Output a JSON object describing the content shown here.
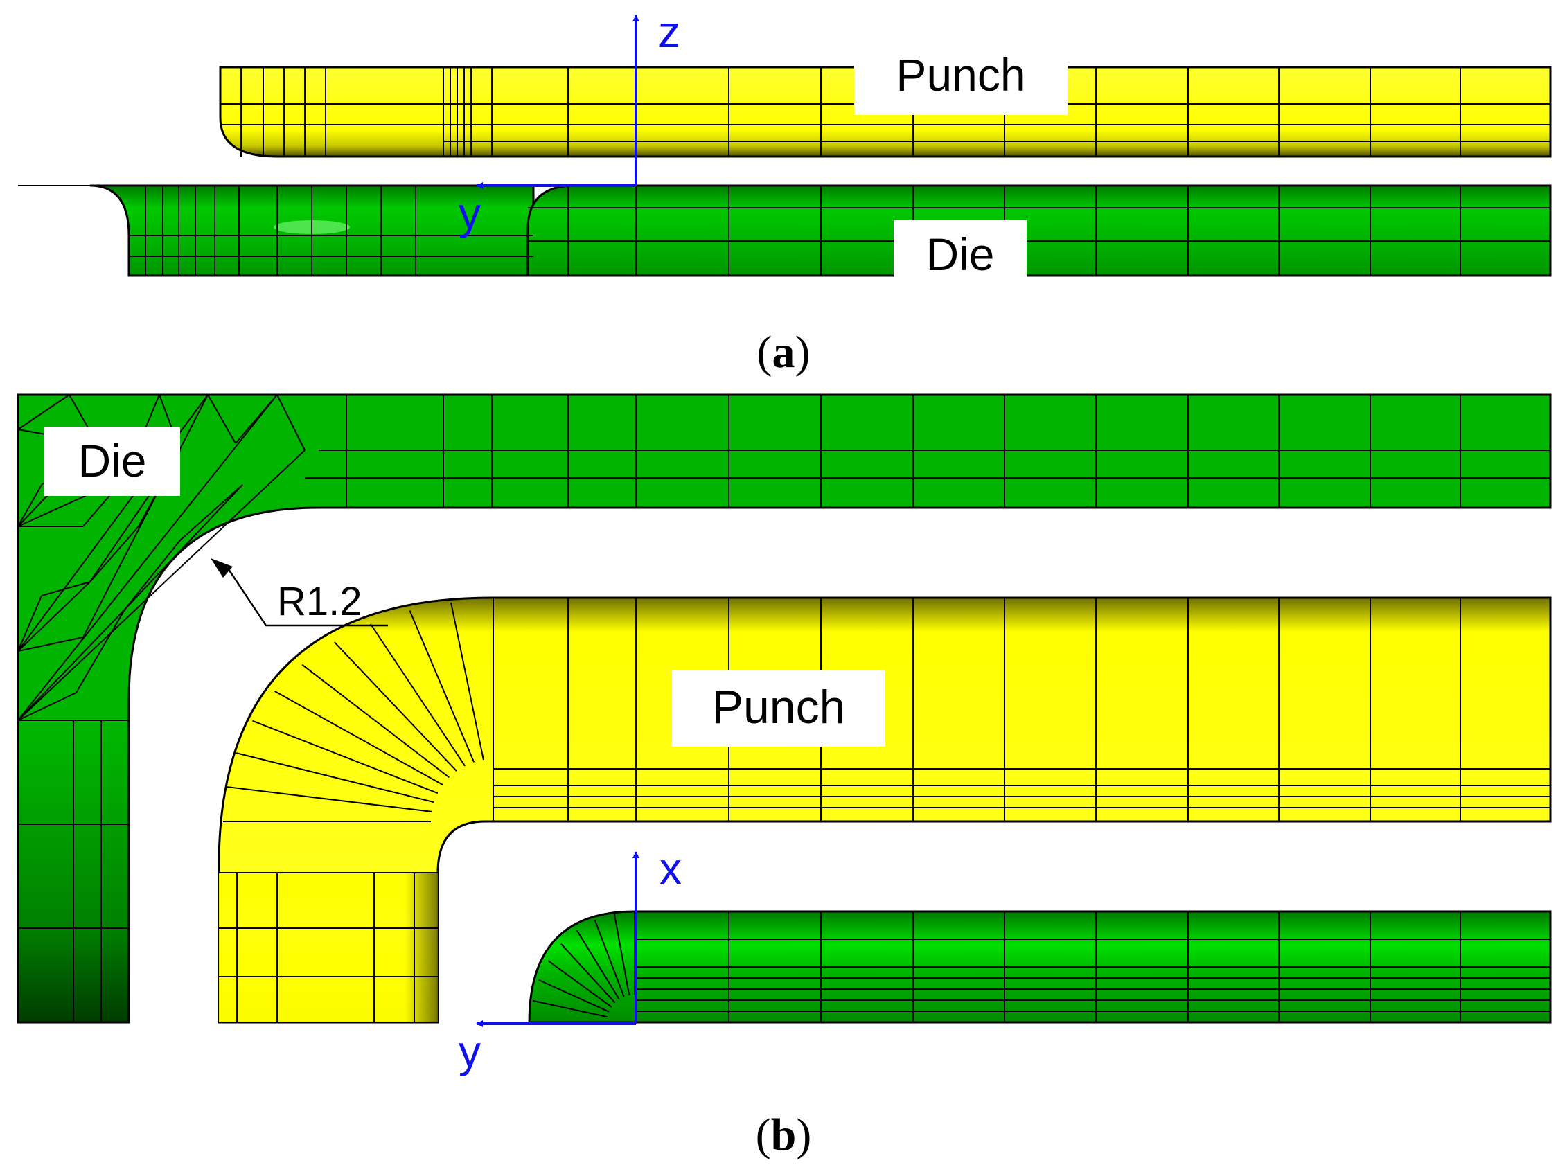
{
  "panel_a": {
    "punch_label": "Punch",
    "die_label": "Die",
    "axis_vertical": "z",
    "axis_horizontal": "y",
    "caption_open": "(",
    "caption_letter": "a",
    "caption_close": ")"
  },
  "panel_b": {
    "die_label": "Die",
    "punch_label": "Punch",
    "radius_label": "R1.2",
    "axis_vertical": "x",
    "axis_horizontal": "y",
    "caption_open": "(",
    "caption_letter": "b",
    "caption_close": ")"
  },
  "colors": {
    "punch": "#ffff00",
    "die": "#00b400",
    "axis": "#1010ee",
    "mesh": "#000000"
  }
}
